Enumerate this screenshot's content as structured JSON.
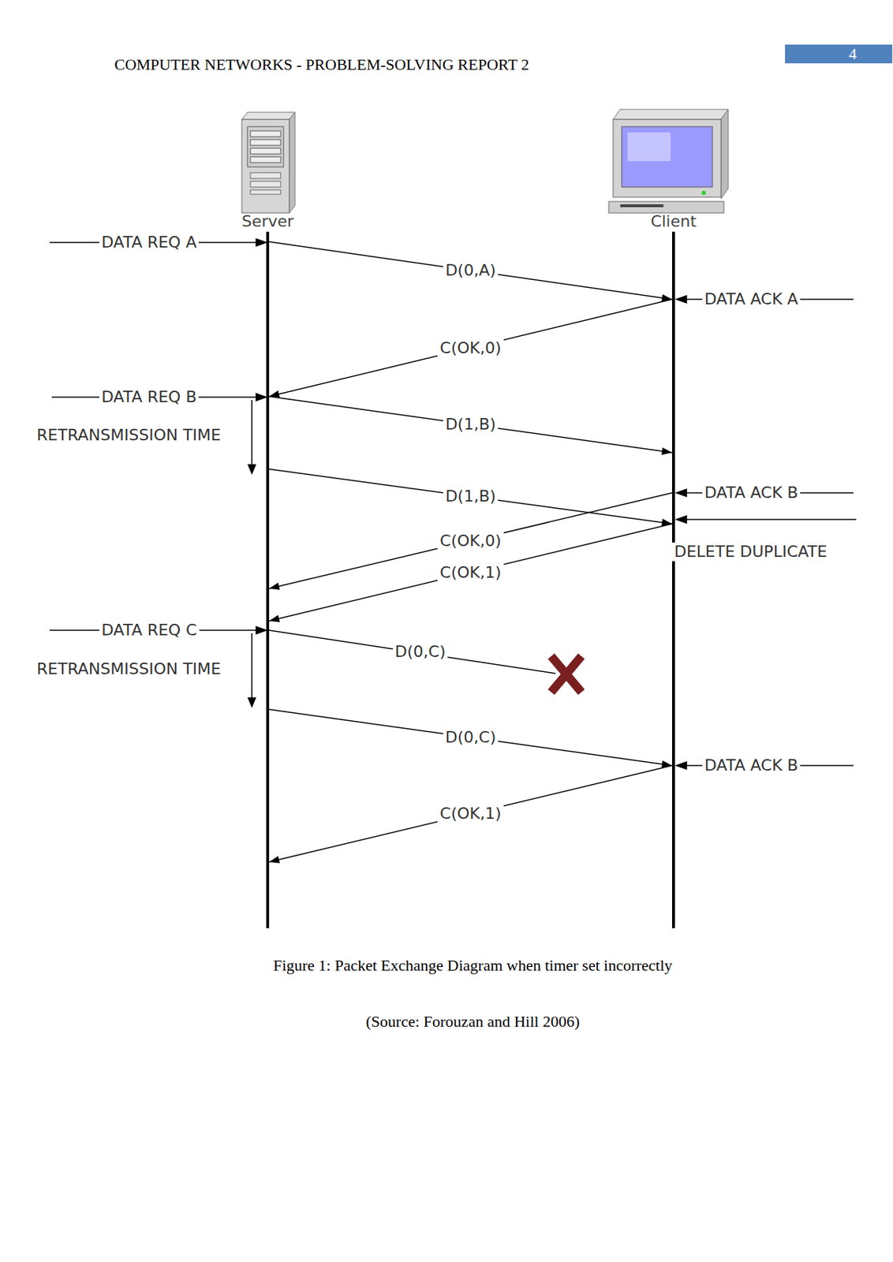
{
  "diagram": {
    "caption": "Figure 1: Packet Exchange Diagram when timer set incorrectly",
    "nodes": [
      {
        "text": [
          "Server"
        ]
      },
      {
        "text": [
          "Client"
        ]
      }
    ],
    "edges": [
      {
        "from": 0,
        "to": 1,
        "arrow": "to",
        "label": "D(0,A)"
      },
      {
        "from": 1,
        "to": 0,
        "arrow": "to",
        "label": "C(OK,0)"
      },
      {
        "from": 0,
        "to": 1,
        "arrow": "to",
        "label": "D(1,B)"
      },
      {
        "from": 0,
        "to": 1,
        "arrow": "to",
        "label": "D(1,B)"
      },
      {
        "from": 1,
        "to": 0,
        "arrow": "to",
        "label": "C(OK,0)"
      },
      {
        "from": 1,
        "to": 0,
        "arrow": "to",
        "label": "C(OK,1)"
      },
      {
        "from": 0,
        "to": 1,
        "arrow": "to",
        "label": "D(0,C)"
      },
      {
        "from": 1,
        "to": 0,
        "arrow": "to",
        "label": "C(OK,1)"
      }
    ],
    "labels": [
      "COMPUTER NETWORKS - PROBLEM-SOLVING REPORT 2",
      "4",
      "DATA REQ A",
      "DATA ACK A",
      "DATA REQ B",
      "RETRANSMISSION TIME",
      "DATA ACK B",
      "DELETE DUPLICATE",
      "DATA REQ C",
      "RETRANSMISSION TIME",
      "D(0,C)",
      "DATA ACK B",
      "(Source: Forouzan and Hill 2006)"
    ]
  }
}
